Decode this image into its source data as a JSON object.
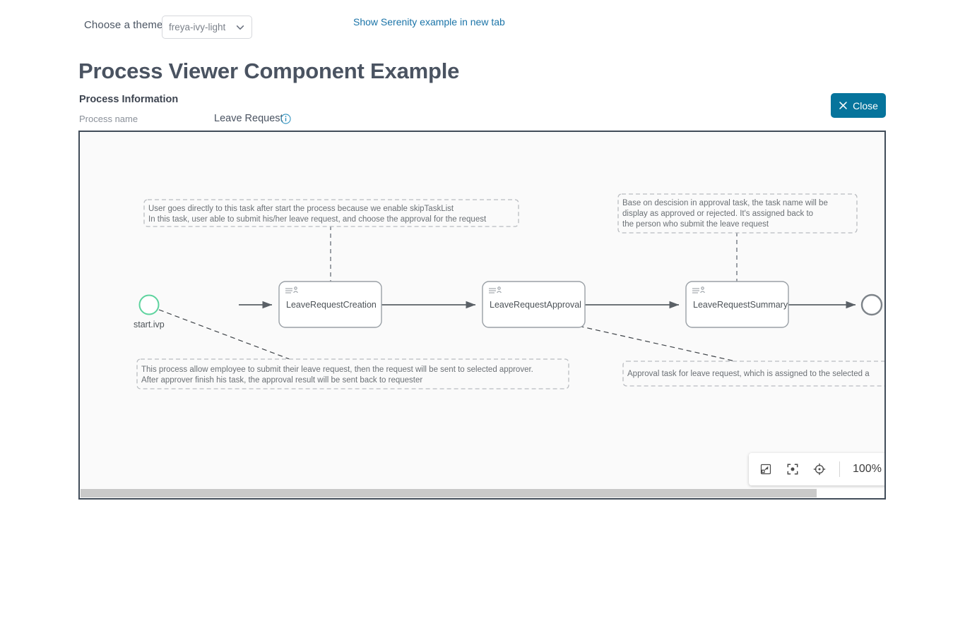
{
  "topbar": {
    "theme_label": "Choose a theme",
    "theme_value": "freya-ivy-light",
    "serenity_link": "Show Serenity example in new tab"
  },
  "page_title": "Process Viewer Component Example",
  "process_information": {
    "heading": "Process Information",
    "name_label": "Process name",
    "name_value": "Leave Request"
  },
  "close_button": {
    "label": "Close"
  },
  "zoom_toolbar": {
    "level": "100%",
    "icons": [
      "fit-to-content-icon",
      "fit-to-screen-icon",
      "center-target-icon"
    ]
  },
  "diagram": {
    "start_event": {
      "label": "start.ivp"
    },
    "tasks": [
      {
        "label": "LeaveRequestCreation"
      },
      {
        "label": "LeaveRequestApproval"
      },
      {
        "label": "LeaveRequestSummary"
      }
    ],
    "end_event": {
      "label": ""
    },
    "annotations": [
      {
        "id": "anno-creation",
        "lines": [
          "User goes directly to this task after start the process because we enable skipTaskList",
          "In this task, user able to submit his/her leave request, and choose the approval for the request"
        ]
      },
      {
        "id": "anno-summary",
        "lines": [
          "Base on descision in approval task, the task name will be",
          "display as approved or rejected. It's assigned back to",
          "the person who submit the leave request"
        ]
      },
      {
        "id": "anno-process",
        "lines": [
          "This process allow employee to submit their leave request, then the request will be sent to selected approver.",
          "After approver finish his task, the approval result will be sent back to requester"
        ]
      },
      {
        "id": "anno-approval",
        "lines": [
          "Approval task for leave request, which is assigned to the selected a"
        ]
      }
    ]
  },
  "colors": {
    "accent": "#06749c",
    "link": "#1b74a8",
    "start_event": "#5dd39e",
    "canvas_border": "#414c59",
    "canvas_bg": "#fafafa",
    "node_stroke": "#9aa0a6",
    "text_dark": "#4a5361"
  }
}
